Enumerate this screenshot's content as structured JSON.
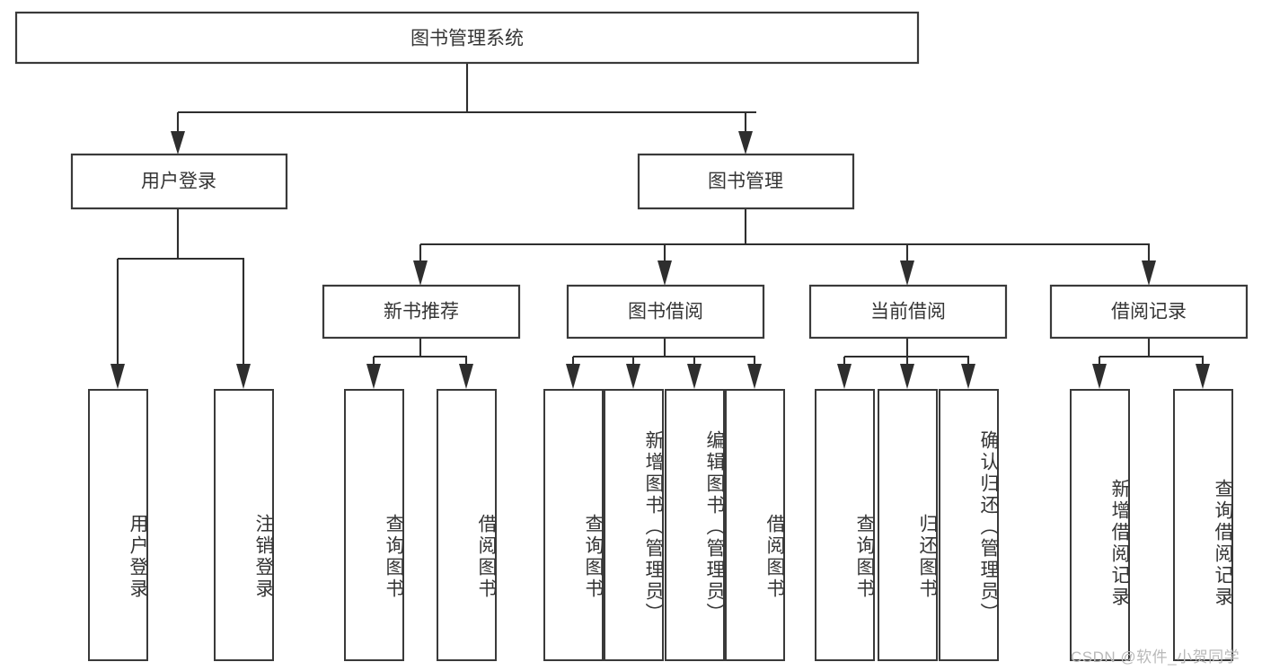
{
  "diagram": {
    "title": "图书管理系统",
    "type": "tree-hierarchy-chart",
    "root": {
      "label": "图书管理系统"
    },
    "level2": [
      {
        "label": "用户登录"
      },
      {
        "label": "图书管理"
      }
    ],
    "level3": [
      {
        "label": "新书推荐"
      },
      {
        "label": "图书借阅"
      },
      {
        "label": "当前借阅"
      },
      {
        "label": "借阅记录"
      }
    ],
    "leaves": [
      {
        "label": "用户登录",
        "parent": "用户登录"
      },
      {
        "label": "注销登录",
        "parent": "用户登录"
      },
      {
        "label": "查询图书",
        "parent": "新书推荐"
      },
      {
        "label": "借阅图书",
        "parent": "新书推荐"
      },
      {
        "label": "查询图书",
        "parent": "图书借阅"
      },
      {
        "label": "新增图书（管理员）",
        "parent": "图书借阅"
      },
      {
        "label": "编辑图书（管理员）",
        "parent": "图书借阅"
      },
      {
        "label": "借阅图书",
        "parent": "图书借阅"
      },
      {
        "label": "查询图书",
        "parent": "当前借阅"
      },
      {
        "label": "归还图书",
        "parent": "当前借阅"
      },
      {
        "label": "确认归还（管理员）",
        "parent": "当前借阅"
      },
      {
        "label": "新增借阅记录",
        "parent": "借阅记录"
      },
      {
        "label": "查询借阅记录",
        "parent": "借阅记录"
      }
    ]
  },
  "watermark": {
    "text": "CSDN @软件_小贺同学"
  },
  "colors": {
    "stroke": "#3a3a3a",
    "text": "#353535",
    "background": "#ffffff",
    "watermark": "#b9b9b9"
  }
}
